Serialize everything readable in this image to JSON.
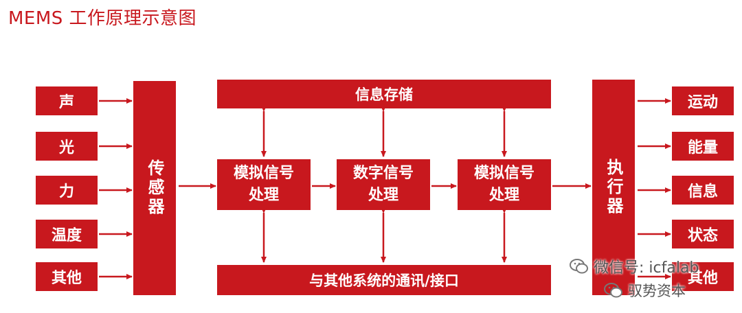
{
  "title": "MEMS 工作原理示意图",
  "inputs": [
    "声",
    "光",
    "力",
    "温度",
    "其他"
  ],
  "sensor": "传感器",
  "storage": "信息存储",
  "processing": [
    "模拟信号\n处理",
    "数字信号\n处理",
    "模拟信号\n处理"
  ],
  "comm": "与其他系统的通讯/接口",
  "actuator": "执行器",
  "outputs": [
    "运动",
    "能量",
    "信息",
    "状态",
    "其他"
  ],
  "watermark": {
    "line1": "微信号: icfalab",
    "line2": "驭势资本"
  },
  "colors": {
    "primary": "#c8181e",
    "text_on_primary": "#ffffff"
  }
}
